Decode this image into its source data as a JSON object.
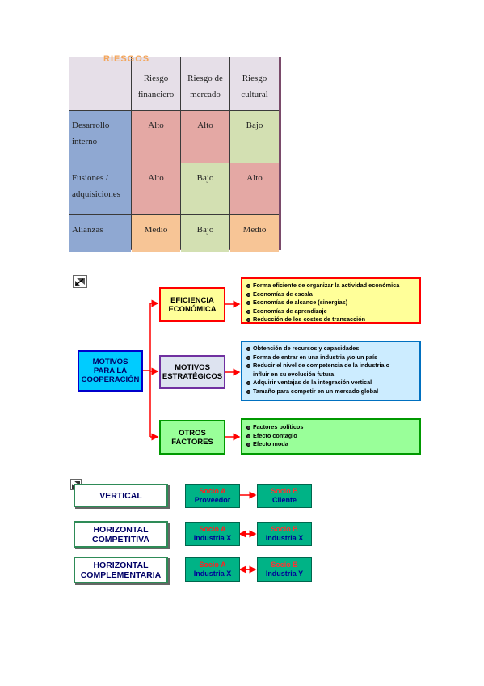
{
  "risk_table": {
    "title": "RIESGOS",
    "columns": [
      "Riesgo financiero",
      "Riesgo de mercado",
      "Riesgo cultural"
    ],
    "rows": [
      {
        "label": "Desarrollo interno",
        "values": [
          "Alto",
          "Alto",
          "Bajo"
        ]
      },
      {
        "label": "Fusiones / adquisiciones",
        "values": [
          "Alto",
          "Bajo",
          "Alto"
        ]
      },
      {
        "label": "Alianzas",
        "values": [
          "Medio",
          "Bajo",
          "Medio"
        ]
      }
    ],
    "colors": {
      "alto": "#e4a8a4",
      "bajo": "#d3e0b2",
      "medio": "#f7c596",
      "row_header": "#8fa8d2"
    }
  },
  "motives": {
    "root": [
      "MOTIVOS",
      "PARA LA",
      "COOPERACIÓN"
    ],
    "branches": [
      {
        "label": [
          "EFICIENCIA",
          "ECONÓMICA"
        ],
        "items": [
          "Forma eficiente de organizar la actividad económica",
          "Economías de escala",
          "Economías de alcance (sinergias)",
          "Economías de aprendizaje",
          "Reducción de los costes de transacción"
        ]
      },
      {
        "label": [
          "MOTIVOS",
          "ESTRATÉGICOS"
        ],
        "items": [
          "Obtención de recursos y capacidades",
          "Forma de entrar en una industria y/o un país",
          "Reducir el nivel de competencia de la industria o",
          "influir en su evolución futura",
          " Adquirir ventajas de la integración vertical",
          "Tamaño para competir en un mercado global"
        ]
      },
      {
        "label": [
          "OTROS",
          "FACTORES"
        ],
        "items": [
          "Factores políticos",
          "Efecto contagio",
          "Efecto moda"
        ]
      }
    ],
    "colors": {
      "root": "#00ccff",
      "eficiencia": "#ffff99",
      "estrategicos": "#ccecff",
      "otros": "#99ff99",
      "arrow": "#ff0000"
    }
  },
  "integration": {
    "rows": [
      {
        "type": [
          "VERTICAL"
        ],
        "a": [
          "Socio A",
          "Proveedor"
        ],
        "b": [
          "Socio B",
          "Cliente"
        ],
        "arrow": "single"
      },
      {
        "type": [
          "HORIZONTAL",
          "COMPETITIVA"
        ],
        "a": [
          "Socio A",
          "Industria X"
        ],
        "b": [
          "Socio B",
          "Industria X"
        ],
        "arrow": "double"
      },
      {
        "type": [
          "HORIZONTAL",
          "COMPLEMENTARIA"
        ],
        "a": [
          "Socio A",
          "Industria X"
        ],
        "b": [
          "Socio B",
          "Industria Y"
        ],
        "arrow": "double"
      }
    ],
    "colors": {
      "socio": "#00b386",
      "arrow": "#ff0000"
    }
  },
  "icons": [
    "expand-icon",
    "expand-icon"
  ]
}
